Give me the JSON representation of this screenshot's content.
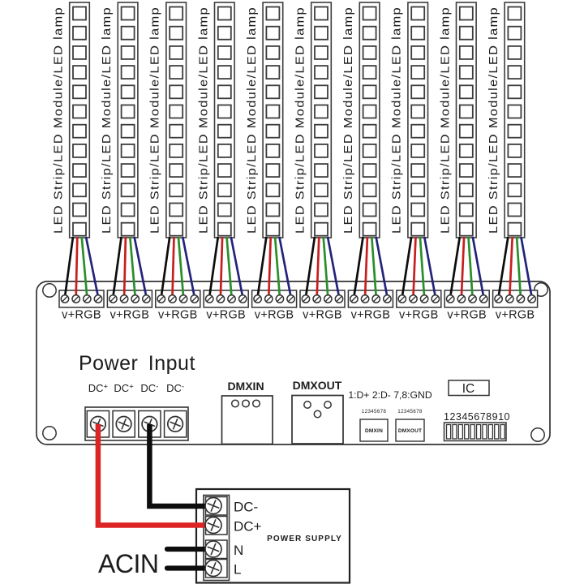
{
  "strips": {
    "count": 10,
    "label": "LED Strip/LED Module/LED lamp",
    "leds_per_strip": 12,
    "wire_colors": [
      "#0d0d0d",
      "#c81e1e",
      "#2a8f2a",
      "#23237c"
    ]
  },
  "board": {
    "output_terminal_label": "v+RGB",
    "output_terminal_count": 10,
    "power_input": {
      "title": "Power Input",
      "terminal_labels": [
        "DC+",
        "DC+",
        "DC-",
        "DC-"
      ]
    },
    "dmx_in_label": "DMXIN",
    "dmx_out_label": "DMXOUT",
    "pin_note": "1:D+ 2:D- 7,8:GND",
    "rj45_in": {
      "pins": "12345678",
      "label": "DMXIN"
    },
    "rj45_out": {
      "pins": "12345678",
      "label": "DMXOUT"
    },
    "ic_label": "IC",
    "dip": {
      "label": "12345678910",
      "positions": 10
    }
  },
  "power_supply": {
    "name": "POWER SUPPLY",
    "terminals": [
      "DC-",
      "DC+",
      "N",
      "L"
    ],
    "ac_label": "ACIN"
  },
  "colors": {
    "outline": "#333333",
    "strip_outline": "#3c3c3c",
    "text": "#1d1d1d",
    "power_wire_positive": "#dd2424",
    "power_wire_negative": "#0d0d0d"
  }
}
